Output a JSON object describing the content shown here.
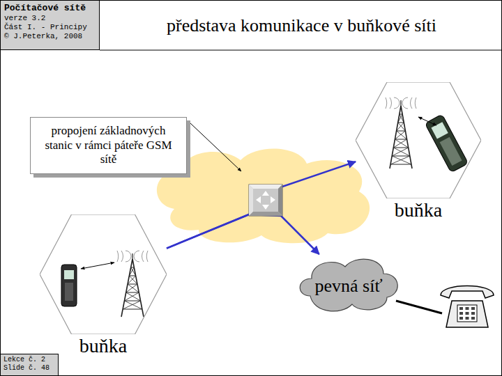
{
  "diagram": {
    "title": "představa komunikace v buňkové síti",
    "nodes": [
      {
        "text": [
          "Počítačové sítě",
          "verze 3.2",
          "Část I. - Principy",
          "© J.Peterka, 2008"
        ]
      },
      {
        "text": [
          "propojení základnových stanic v rámci páteře GSM sítě"
        ]
      },
      {
        "text": [
          "buňka"
        ]
      },
      {
        "text": [
          "buňka"
        ]
      },
      {
        "text": [
          "pevná síť"
        ]
      },
      {
        "text": [
          "Lekce č. 2",
          "Slide č. 48"
        ]
      }
    ],
    "edges": [
      {
        "from": 3,
        "to": 2,
        "arrow": "to"
      },
      {
        "from": 3,
        "to": 4,
        "arrow": "to"
      }
    ]
  }
}
